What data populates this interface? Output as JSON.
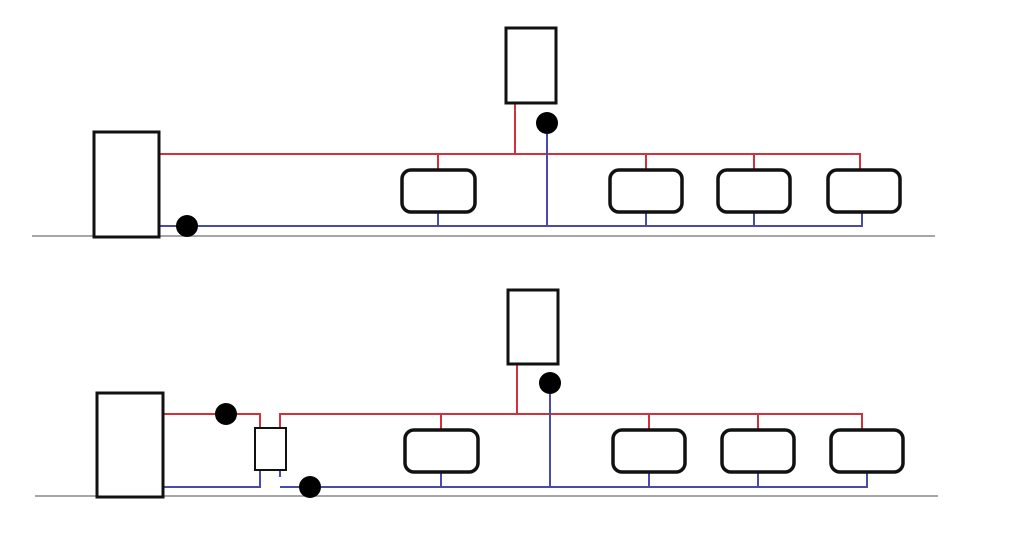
{
  "colors": {
    "supply": "#d0323c",
    "return": "#4a4aa8",
    "outline": "#111111",
    "floor": "#888888"
  },
  "diagrams": [
    {
      "id": "direct-system",
      "radiator_count": 4,
      "pump_count": 2
    },
    {
      "id": "heat-exchanger-system",
      "radiator_count": 4,
      "pump_count": 3
    }
  ]
}
